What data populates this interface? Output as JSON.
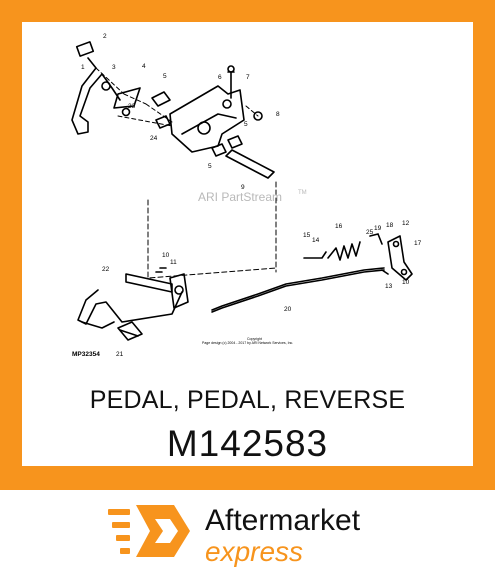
{
  "diagram": {
    "callouts": [
      "1",
      "2",
      "3",
      "4",
      "5",
      "6",
      "7",
      "8",
      "23",
      "24",
      "5",
      "5",
      "9",
      "16",
      "19",
      "18",
      "12",
      "25",
      "15",
      "14",
      "17",
      "10",
      "11",
      "22",
      "13",
      "10",
      "20",
      "21"
    ],
    "watermark": "ARI PartStream",
    "watermark_tm": "TM",
    "copyright": "Copyright",
    "copyright_line": "Page design (c) 2004 - 2017 by ARI Network Services, Inc.",
    "figure_id": "MP32354"
  },
  "product": {
    "name": "PEDAL, PEDAL, REVERSE",
    "part_number": "M142583"
  },
  "brand": {
    "name": "Aftermarket",
    "tagline": "express",
    "accent_color": "#f7941d"
  }
}
